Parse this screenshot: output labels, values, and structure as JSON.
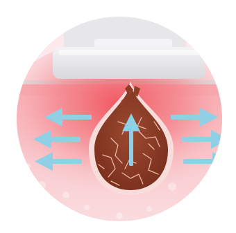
{
  "scene": {
    "subject": "device-pore-extraction-illustration",
    "colors": {
      "background": "#ffffff",
      "skin_light": "#fbe3e6",
      "skin_mid": "#f7c3c8",
      "skin_glow": "#f06a72",
      "skin_surface_line": "#cfeeee",
      "device_body": "#e9e9ec",
      "device_cap": "#dcdcdf",
      "pore_fill": "#8f3d27",
      "pore_crack": "#e9b9a6",
      "pore_outline": "#f7dcd9",
      "arrow": "#8fd0e6"
    },
    "arrows": {
      "outward_left_count": 3,
      "outward_right_count": 3,
      "upward_count": 1
    }
  }
}
